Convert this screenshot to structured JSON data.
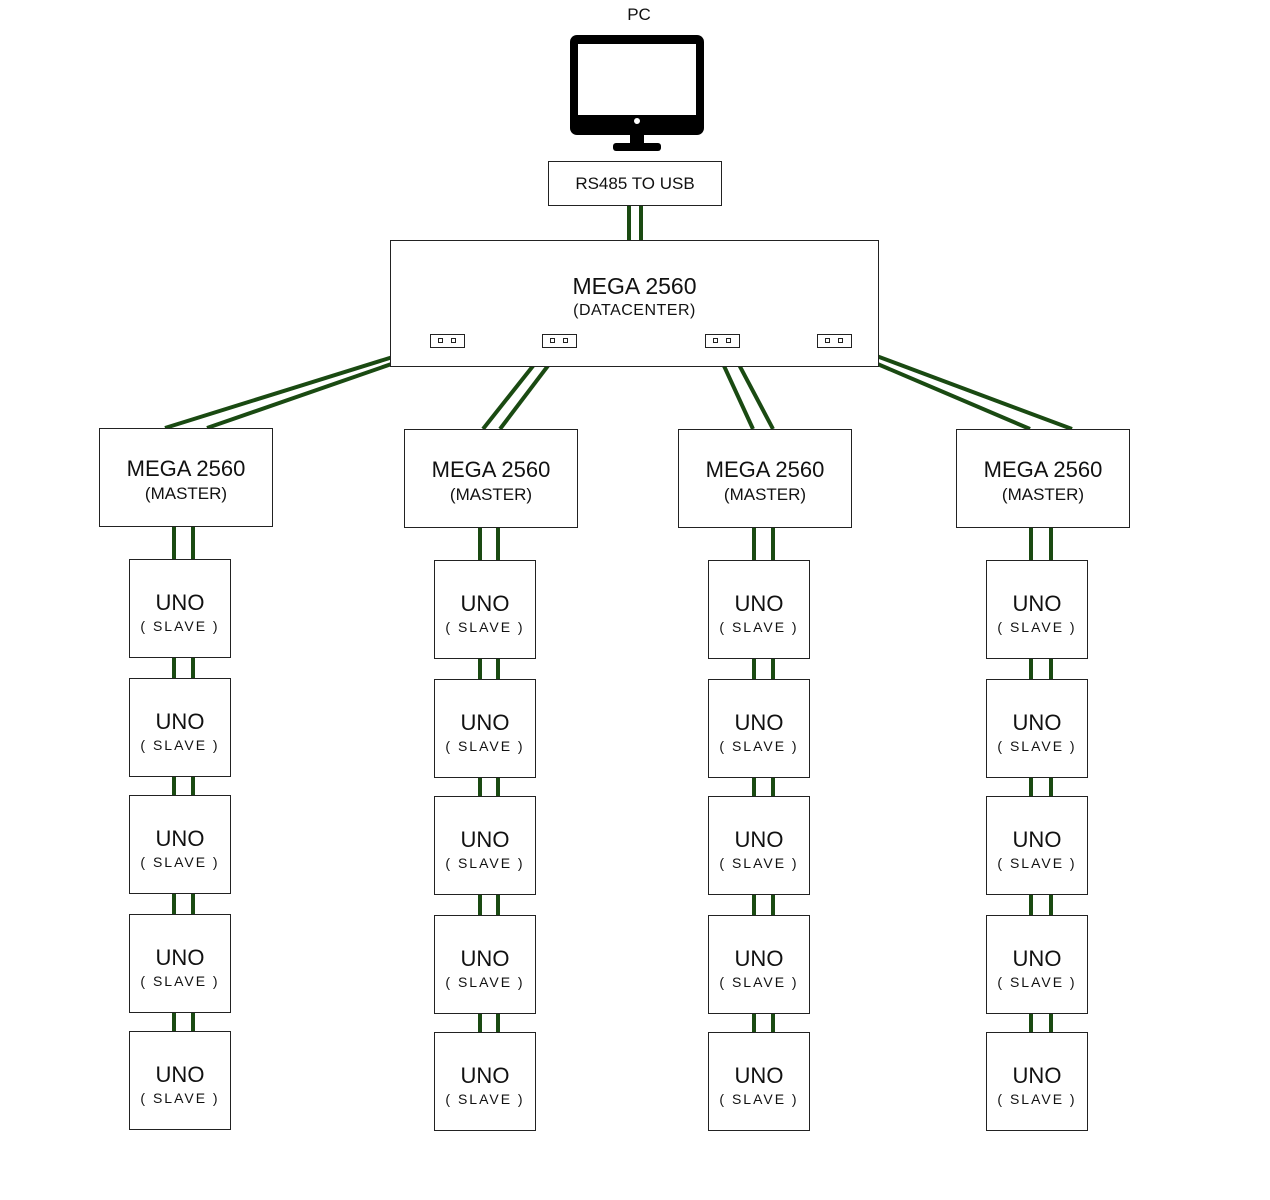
{
  "pc": {
    "label": "PC",
    "icon": "monitor-icon"
  },
  "converter": {
    "label": "RS485 TO USB"
  },
  "datacenter": {
    "name": "MEGA 2560",
    "role": "(DATACENTER)"
  },
  "masters": [
    {
      "name": "MEGA 2560",
      "role": "(MASTER)"
    },
    {
      "name": "MEGA 2560",
      "role": "(MASTER)"
    },
    {
      "name": "MEGA 2560",
      "role": "(MASTER)"
    },
    {
      "name": "MEGA 2560",
      "role": "(MASTER)"
    }
  ],
  "slave": {
    "name": "UNO",
    "role": "( SLAVE )"
  },
  "slaves_per_master": 5,
  "colors": {
    "wire": "#1a4a12",
    "border": "#222222",
    "background": "#ffffff"
  }
}
